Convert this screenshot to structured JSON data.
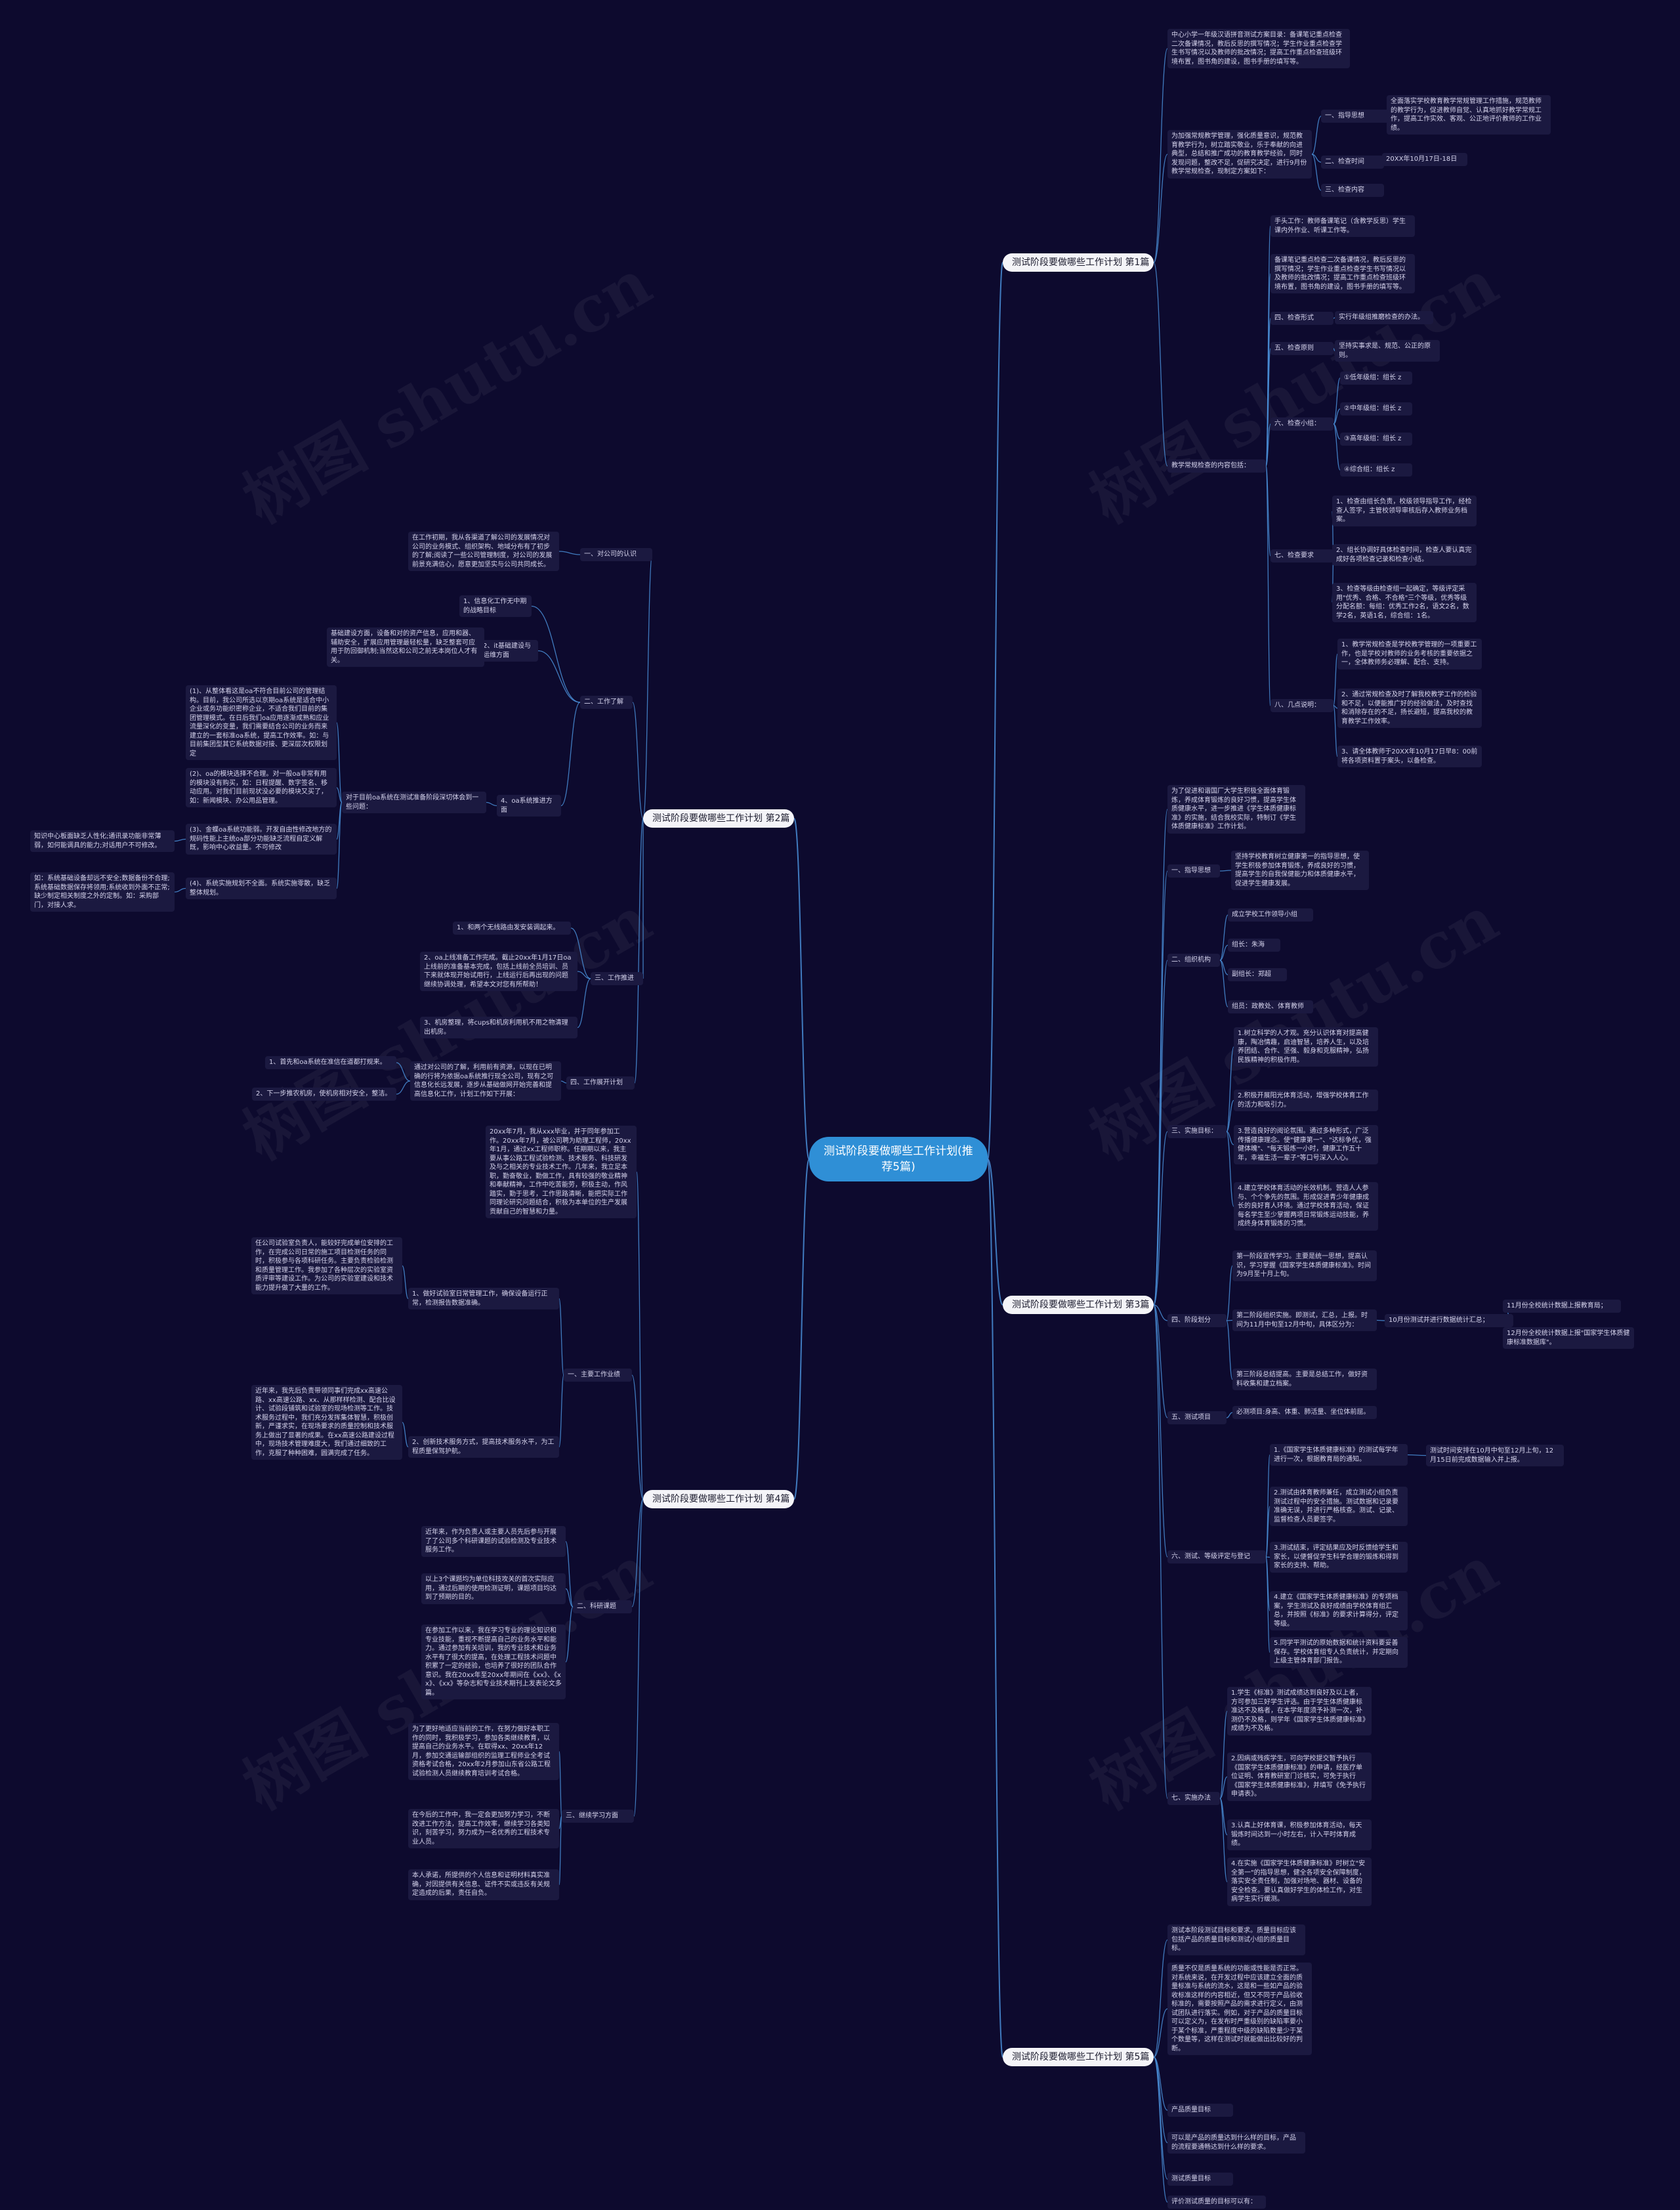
{
  "watermark": "树图 shutu.cn",
  "colors": {
    "background": "#0d0a2e",
    "root": "#2f8fd6",
    "line": "#4a8fd8",
    "node": "#1b1940"
  },
  "nodes": [
    {
      "id": "root",
      "parent": null,
      "level": 0,
      "text": "测试阶段要做哪些工作计划(推荐5篇)"
    },
    {
      "id": "p1",
      "parent": "root",
      "level": 1,
      "text": "测试阶段要做哪些工作计划 第1篇"
    },
    {
      "id": "p1a",
      "parent": "p1",
      "level": 2,
      "text": "中心小学一年级汉语拼音测试方案目录：备课笔记重点检查二次备课情况，教后反思的撰写情况；学生作业重点检查学生书写情况以及教师的批改情况；提高工作重点检查班级环境布置，图书角的建设，图书手册的填写等。"
    },
    {
      "id": "p1b",
      "parent": "p1",
      "level": 2,
      "text": "为加强常规教学管理，强化质量意识，规范教育教学行为，树立踏实敬业，乐于奉献的向进典型，总结和推广成功的教育教学经验，同时发现问题，整改不足，促研究决定，进行9月份教学常规检查，现制定方案如下："
    },
    {
      "id": "p1b1",
      "parent": "p1b",
      "level": 3,
      "text": "一、指导思想"
    },
    {
      "id": "p1b1a",
      "parent": "p1b1",
      "level": 4,
      "text": "全面落实学校教育教学常规管理工作措施，规范教师的教学行为，促进教师自觉、认真地抓好教学常规工作，提高工作实效、客观、公正地评价教师的工作业绩。"
    },
    {
      "id": "p1b2",
      "parent": "p1b",
      "level": 3,
      "text": "二、检查时间"
    },
    {
      "id": "p1b2a",
      "parent": "p1b2",
      "level": 4,
      "text": "20XX年10月17日-18日"
    },
    {
      "id": "p1b3",
      "parent": "p1b",
      "level": 3,
      "text": "三、检查内容"
    },
    {
      "id": "p1c",
      "parent": "p1",
      "level": 2,
      "text": "教学常规检查的内容包括："
    },
    {
      "id": "p1c1",
      "parent": "p1c",
      "level": 3,
      "text": "手头工作：教师备课笔记（含教学反思）学生课内外作业、听课工作等。"
    },
    {
      "id": "p1c2",
      "parent": "p1c",
      "level": 3,
      "text": "备课笔记重点检查二次备课情况，教后反思的撰写情况；学生作业重点检查学生书写情况以及教师的批改情况；提高工作重点检查班级环境布置，图书角的建设，图书手册的填写等。"
    },
    {
      "id": "p1c3",
      "parent": "p1c",
      "level": 3,
      "text": "四、检查形式"
    },
    {
      "id": "p1c3a",
      "parent": "p1c3",
      "level": 4,
      "text": "实行年级组推磨检查的办法。"
    },
    {
      "id": "p1c4",
      "parent": "p1c",
      "level": 3,
      "text": "五、检查原则"
    },
    {
      "id": "p1c4a",
      "parent": "p1c4",
      "level": 4,
      "text": "坚持实事求是、规范、公正的原则。"
    },
    {
      "id": "p1c5",
      "parent": "p1c",
      "level": 3,
      "text": "六、检查小组："
    },
    {
      "id": "p1c5a",
      "parent": "p1c5",
      "level": 4,
      "text": "①低年级组：组长 z"
    },
    {
      "id": "p1c5b",
      "parent": "p1c5",
      "level": 4,
      "text": "②中年级组：组长 z"
    },
    {
      "id": "p1c5c",
      "parent": "p1c5",
      "level": 4,
      "text": "③高年级组：组长 z"
    },
    {
      "id": "p1c5d",
      "parent": "p1c5",
      "level": 4,
      "text": "④综合组：组长 z"
    },
    {
      "id": "p1c6",
      "parent": "p1c",
      "level": 3,
      "text": "七、检查要求"
    },
    {
      "id": "p1c6a",
      "parent": "p1c6",
      "level": 4,
      "text": "1、检查由组长负责，校级领导指导工作，经检查人签字，主管校领导审核后存入教师业务档案。"
    },
    {
      "id": "p1c6b",
      "parent": "p1c6",
      "level": 4,
      "text": "2、组长协调好具体检查时间，检查人要认真完成好各项检查记录和检查小结。"
    },
    {
      "id": "p1c6c",
      "parent": "p1c6",
      "level": 4,
      "text": "3、检查等级由检查组一起确定，等级评定采用\"优秀、合格、不合格\"三个等级，优秀等级分配名额：每组：优秀工作2名，语文2名，数学2名，英语1名，综合组：1名。"
    },
    {
      "id": "p1c7",
      "parent": "p1c",
      "level": 3,
      "text": "八、几点说明："
    },
    {
      "id": "p1c7a",
      "parent": "p1c7",
      "level": 4,
      "text": "1、教学常规检查是学校教学管理的一项重要工作，也是学校对教师的业务考核的重要依据之一，全体教师务必理解、配合、支持。"
    },
    {
      "id": "p1c7b",
      "parent": "p1c7",
      "level": 4,
      "text": "2、通过常规检查及时了解我校教学工作的检验和不足，以便能推广好的经验做法，及时查找和消除存在的不足，扬长避短，提高我校的教育教学工作效率。"
    },
    {
      "id": "p1c7c",
      "parent": "p1c7",
      "level": 4,
      "text": "3、请全体教师于20XX年10月17日早8：00前将各项资料置于案头，以备检查。"
    },
    {
      "id": "p2",
      "parent": "root",
      "level": 1,
      "text": "测试阶段要做哪些工作计划 第2篇"
    },
    {
      "id": "p2a",
      "parent": "p2",
      "level": 2,
      "text": "一、对公司的认识"
    },
    {
      "id": "p2a1",
      "parent": "p2a",
      "level": 3,
      "text": "在工作初期，我从各渠道了解公司的发展情况对公司的业务模式、组织架构、地域分布有了初步的了解;阅读了一些公司管理制度，对公司的发展前景充满信心，愿意更加坚实与公司共同成长。"
    },
    {
      "id": "p2b",
      "parent": "p2",
      "level": 2,
      "text": "二、工作了解"
    },
    {
      "id": "p2b1",
      "parent": "p2b",
      "level": 3,
      "text": "1、信息化工作无中期的战略目标"
    },
    {
      "id": "p2b2",
      "parent": "p2b",
      "level": 3,
      "text": "2、it基础建设与运维方面"
    },
    {
      "id": "p2b2a",
      "parent": "p2b2",
      "level": 4,
      "text": "基础建设方面，设备和对的资产信息，应用和器、辅助安全，扩展应用管理最轻松量，缺乏整套可应用于防回御机制;当然这和公司之前无本岗位人才有关。"
    },
    {
      "id": "p2b3",
      "parent": "p2b",
      "level": 3,
      "text": "4、oa系统推进方面"
    },
    {
      "id": "p2b3a",
      "parent": "p2b3",
      "level": 4,
      "text": "对于目前oa系统在测试准备阶段深切体会到一些问题："
    },
    {
      "id": "p2b3a1",
      "parent": "p2b3a",
      "level": 5,
      "text": "(1)、从整体看这是oa不符合目前公司的管理结构。目前，我公司所选以京期oa系统是适合中小企业或务功能织密称企业，不适合我们目前的集团管理模式。在日后我们oa应用逐渐成熟和应业流量深化的变量，我们需要结合公司的业务而来建立的一套标准oa系统，提高工作效率。如：与目前集团型其它系统数据对接、更深层次权限划定"
    },
    {
      "id": "p2b3a2",
      "parent": "p2b3a",
      "level": 5,
      "text": "(2)、oa的模块选择不合理。对一般oa非常有用的模块没有购买，如：日程提醒、数字签名、移动应用。对我们目前现状没必要的模块又买了，如：新闻模块、办公用品管理。"
    },
    {
      "id": "p2b3a3",
      "parent": "p2b3a",
      "level": 5,
      "text": "(3)、金蝶oa系统功能弱。开发自由性修改地方的规码性能上主统oa部分功能缺乏流程自定义解既，影响中心收益量。不可修改"
    },
    {
      "id": "p2b3a3a",
      "parent": "p2b3a3",
      "level": 6,
      "text": "知识中心板面缺乏人性化;通讯录功能非常薄弱，如何能调具的能力;对话用户不可修改。"
    },
    {
      "id": "p2b3a4",
      "parent": "p2b3a",
      "level": 5,
      "text": "(4)、系统实施规划不全面。系统实施零散，缺乏整体规划。"
    },
    {
      "id": "p2b3a4a",
      "parent": "p2b3a4",
      "level": 6,
      "text": "如：系统基础设备却远不安全;数据备份不合理;系统基础数据保存将领用;系统收到外面不正常;缺少制定相关制度之外的定制。如：采购部门，对接人求。"
    },
    {
      "id": "p2c",
      "parent": "p2",
      "level": 2,
      "text": "三、工作推进"
    },
    {
      "id": "p2c1",
      "parent": "p2c",
      "level": 3,
      "text": "1、和两个无线路由发安装调起来。"
    },
    {
      "id": "p2c2",
      "parent": "p2c",
      "level": 3,
      "text": "2、oa上线准备工作完成。截止20xx年1月17日oa上线前的准备基本完成，包括上线前全员培训、员下来就体现开始试用行，上线运行后再出现的问题继续协调处理，希望本文对您有所帮助！"
    },
    {
      "id": "p2c3",
      "parent": "p2c",
      "level": 3,
      "text": "3、机房整理，将cups和机房利用机不用之物清理出机房。"
    },
    {
      "id": "p2d",
      "parent": "p2",
      "level": 2,
      "text": "四、工作展开计划"
    },
    {
      "id": "p2d1",
      "parent": "p2d",
      "level": 3,
      "text": "通过对公司的了解，利用前有资源，以现在已明确的行将为依据oa系统推行现全公司，现有之可信息化长远发展，逐步从基础做网开始完善和提高信息化工作，计划工作如下开展："
    },
    {
      "id": "p2d1a",
      "parent": "p2d1",
      "level": 4,
      "text": "1、首先和oa系统在准信在道都打规来。"
    },
    {
      "id": "p2d1b",
      "parent": "p2d1",
      "level": 4,
      "text": "2、下一步推农机房，使机房相对安全，整洁。"
    },
    {
      "id": "p3",
      "parent": "root",
      "level": 1,
      "text": "测试阶段要做哪些工作计划 第3篇"
    },
    {
      "id": "p3a",
      "parent": "p3",
      "level": 2,
      "text": "为了促进和谐国厂大学生积极全面体育锻炼，养成体育锻炼的良好习惯，提高学生体质健康水平，进一步推进《学生体质健康标准》的实施，结合我校实际，特制订《学生体质健康标准》工作计划。"
    },
    {
      "id": "p3b",
      "parent": "p3",
      "level": 2,
      "text": "一、指导思想"
    },
    {
      "id": "p3b1",
      "parent": "p3b",
      "level": 3,
      "text": "坚持学校教育树立健康第一的指导思想，使学生积极参加体育锻炼，养成良好的习惯，提高学生的自我保健能力和体质健康水平，促进学生健康发展。"
    },
    {
      "id": "p3c",
      "parent": "p3",
      "level": 2,
      "text": "二、组织机构"
    },
    {
      "id": "p3c1",
      "parent": "p3c",
      "level": 3,
      "text": "成立学校工作领导小组"
    },
    {
      "id": "p3c2",
      "parent": "p3c",
      "level": 3,
      "text": "组长：朱海"
    },
    {
      "id": "p3c3",
      "parent": "p3c",
      "level": 3,
      "text": "副组长：郑超"
    },
    {
      "id": "p3c4",
      "parent": "p3c",
      "level": 3,
      "text": "组员：政教处、体育教师"
    },
    {
      "id": "p3d",
      "parent": "p3",
      "level": 2,
      "text": "三、实施目标："
    },
    {
      "id": "p3d1",
      "parent": "p3d",
      "level": 3,
      "text": "1.树立科学的人才观。充分认识体育对提高健康，陶冶情趣，启迪智慧，培养人生，以及培养团结、合作、坚强、毅身和克服精神，弘扬民族精神的积极作用。"
    },
    {
      "id": "p3d2",
      "parent": "p3d",
      "level": 3,
      "text": "2.积极开展阳光体育活动，增强学校体育工作的活力和吸引力。"
    },
    {
      "id": "p3d3",
      "parent": "p3d",
      "level": 3,
      "text": "3.营造良好的阅论氛围。通过多种形式，广泛传播健康理念。使\"健康第一\"、\"达标争优，强健体魄\"、\"每天锻炼一小时，健康工作五十年，幸福生活一辈子\"等口号深入人心。"
    },
    {
      "id": "p3d4",
      "parent": "p3d",
      "level": 3,
      "text": "4.建立学校体育活动的长效机制。营造人人参与、个个争先的氛围。形成促进青少年健康成长的良好育人环境。通过学校体育活动，保证每名学生至少掌握两项日常锻炼运动技能，养成终身体育锻炼的习惯。"
    },
    {
      "id": "p3e",
      "parent": "p3",
      "level": 2,
      "text": "四、阶段划分"
    },
    {
      "id": "p3e1",
      "parent": "p3e",
      "level": 3,
      "text": "第一阶段宣传学习。主要是统一思想，提高认识，学习掌握《国家学生体质健康标准》。时间为9月至十月上旬。"
    },
    {
      "id": "p3e2",
      "parent": "p3e",
      "level": 3,
      "text": "第二阶段组织实施。即测试，汇总，上报。时间为11月中旬至12月中旬，具体区分为："
    },
    {
      "id": "p3e2a",
      "parent": "p3e2",
      "level": 4,
      "text": "10月份测试并进行数据统计汇总；"
    },
    {
      "id": "p3e2a1",
      "parent": "p3e2a",
      "level": 5,
      "text": "11月份全校统计数据上报教育局；"
    },
    {
      "id": "p3e2a2",
      "parent": "p3e2a",
      "level": 5,
      "text": "12月份全校统计数据上报\"国家学生体质健康标准数据库\"。"
    },
    {
      "id": "p3e3",
      "parent": "p3e",
      "level": 3,
      "text": "第三阶段总结提高。主要是总结工作，做好资料收集和建立档案。"
    },
    {
      "id": "p3f",
      "parent": "p3",
      "level": 2,
      "text": "五、测试项目"
    },
    {
      "id": "p3f1",
      "parent": "p3f",
      "level": 3,
      "text": "必测项目:身高、体重、肺活量、坐位体前屈。"
    },
    {
      "id": "p3g",
      "parent": "p3",
      "level": 2,
      "text": "六、测试、等级评定与登记"
    },
    {
      "id": "p3g1",
      "parent": "p3g",
      "level": 3,
      "text": "1.《国家学生体质健康标准》的测试每学年进行一次，根据教育局的通知。"
    },
    {
      "id": "p3g1a",
      "parent": "p3g1",
      "level": 4,
      "text": "测试时间安排在10月中旬至12月上旬，12月15日前完成数据输入并上报。"
    },
    {
      "id": "p3g2",
      "parent": "p3g",
      "level": 3,
      "text": "2.测试由体育教师兼任，成立测试小组负责测试过程中的安全措施。测试数据和记录要准确无误，并进行严格核查。测试、记录、监督检查人员要签字。"
    },
    {
      "id": "p3g3",
      "parent": "p3g",
      "level": 3,
      "text": "3.测试结束，评定结果应及时反馈给学生和家长，以便督促学生科学合理的锻炼和得到家长的支持、帮助。"
    },
    {
      "id": "p3g4",
      "parent": "p3g",
      "level": 3,
      "text": "4.建立《国家学生体质健康标准》的专项档案，学生测试及良好成绩由学校体育组汇总，并按照《标准》的要求计算得分，评定等级。"
    },
    {
      "id": "p3g5",
      "parent": "p3g",
      "level": 3,
      "text": "5.同学平测试的原始数据和统计资料要妥善保存。学校体育组专人负责统计，并定期向上级主管体育部门报告。"
    },
    {
      "id": "p3h",
      "parent": "p3",
      "level": 2,
      "text": "七、实施办法"
    },
    {
      "id": "p3h1",
      "parent": "p3h",
      "level": 3,
      "text": "1.学生《标准》测试成绩达到良好及以上者，方可参加三好学生评选。由于学生体质健康标准达不及格者，在本学年度须予补测一次，补测仍不及格，则学年《国家学生体质健康标准》成绩为不及格。"
    },
    {
      "id": "p3h2",
      "parent": "p3h",
      "level": 3,
      "text": "2.因病或残疾学生，可向学校提交暂予执行《国家学生体质健康标准》的申请，经医疗单位证明、体育教研室门诊核实，可免于执行《国家学生体质健康标准》，并填写《免予执行申请表》。"
    },
    {
      "id": "p3h3",
      "parent": "p3h",
      "level": 3,
      "text": "3.认真上好体育课，积极参加体育活动，每天锻炼时间达到一小时左右，计入平时体育成绩。"
    },
    {
      "id": "p3h4",
      "parent": "p3h",
      "level": 3,
      "text": "4.在实施《国家学生体质健康标准》时树立\"安全第一\"的指导思想，健全各项安全保障制度，落实安全责任制，加强对场地、器材、设备的安全检查。要认真做好学生的体检工作，对生病学生实行缓测。"
    },
    {
      "id": "p4",
      "parent": "root",
      "level": 1,
      "text": "测试阶段要做哪些工作计划 第4篇"
    },
    {
      "id": "p4a",
      "parent": "p4",
      "level": 2,
      "text": "20xx年7月，我从xxx毕业，并于同年参加工作。20xx年7月，被公司聘为助理工程师，20xx年1月，通过xx工程师职称。任期期以来，我主要从事公路工程试验检测、技术服务、科技研发及与之相关的专业技术工作。几年来，我立足本职，勤奋敬业，勤做工作，具有较强的敬业精神和奉献精神，工作中吃苦能劳，积极主动，作风踏实，勤于思考，工作思路清晰，能把实际工作同理论研究问题结合，积极为本单位的生产发展贡献自己的智慧和力量。"
    },
    {
      "id": "p4b",
      "parent": "p4",
      "level": 2,
      "text": "一、主要工作业绩"
    },
    {
      "id": "p4b1",
      "parent": "p4b",
      "level": 3,
      "text": "1、做好试验室日常管理工作，确保设备运行正常，检测报告数据准确。"
    },
    {
      "id": "p4b1a",
      "parent": "p4b1",
      "level": 4,
      "text": "任公司试验室负责人，能较好完成单位安排的工作，在完成公司日常的施工项目检测任务的同时，积极参与各项科研任务。主要负责检验检测和质量管理工作。我参加了各种层次的实验室资质评审等建设工作。为公司的实验室建设和技术能力提升做了大量的工作。"
    },
    {
      "id": "p4b2",
      "parent": "p4b",
      "level": 3,
      "text": "2、创新技术服务方式，提高技术服务水平，为工程质量保驾护航。"
    },
    {
      "id": "p4b2a",
      "parent": "p4b2",
      "level": 4,
      "text": "近年来，我先后负责带领同事们完成xx高速公路、xx高速公路、xx、从那样样检测、配合比设计、试验段铺筑和试验室的现场检测等工作。技术服务过程中，我们充分发挥集体智慧，积极创新，严谨求实，在现场要求的质量控制和技术服务上做出了显著的成果。在xx高速公路建设过程中，现场技术管理难度大，我们通过细致的工作，克服了种种困难，圆满完成了任务。"
    },
    {
      "id": "p4c",
      "parent": "p4",
      "level": 2,
      "text": "二、科研课题"
    },
    {
      "id": "p4c1",
      "parent": "p4c",
      "level": 3,
      "text": "近年来，作为负责人或主要人员先后参与开展了了公司多个科研课题的试验检测及专业技术服务工作。"
    },
    {
      "id": "p4c2",
      "parent": "p4c",
      "level": 3,
      "text": "以上3个课题均为单位科技攻关的首次实际应用，通过后期的使用检测证明，课题项目均达到了预期的目的。"
    },
    {
      "id": "p4c3",
      "parent": "p4c",
      "level": 3,
      "text": "在参加工作以来，我在学习专业的理论知识和专业技能，重视不断提高自己的业务水平和能力。通过参加有关培训，我的专业技术和业务水平有了很大的提高，在处理工程技术问题中积累了一定的经验，也培养了很好的团队合作意识。我在20xx年至20xx年期间在《xx》、《xx》、《xx》等杂志和专业技术期刊上发表论文多篇。"
    },
    {
      "id": "p4d",
      "parent": "p4",
      "level": 2,
      "text": "三、继续学习方面"
    },
    {
      "id": "p4d1",
      "parent": "p4d",
      "level": 3,
      "text": "为了更好地适应当前的工作，在努力做好本职工作的同时，我积极学习，参加各类继续教育，以提高自己的业务水平。在取得xx、20xx年12月，参加交通运输部组织的监理工程师业全考试资格考试合格，20xx年2月参加山东省公路工程试验检测人员继续教育培训考试合格。"
    },
    {
      "id": "p4d2",
      "parent": "p4d",
      "level": 3,
      "text": "在今后的工作中，我一定会更加努力学习，不断改进工作方法，提高工作效率，继续学习各类知识，刻苦学习，努力成为一名优秀的工程技术专业人员。"
    },
    {
      "id": "p4d3",
      "parent": "p4d",
      "level": 3,
      "text": "本人承诺，所提供的个人信息和证明材料真实准确，对因提供有关信息、证件不实或违反有关规定造成的后果，责任自负。"
    },
    {
      "id": "p5",
      "parent": "root",
      "level": 1,
      "text": "测试阶段要做哪些工作计划 第5篇"
    },
    {
      "id": "p5a",
      "parent": "p5",
      "level": 2,
      "text": "测试本阶段测试目标和要求。质量目标应该包括产品的质量目标和测试小组的质量目标。"
    },
    {
      "id": "p5b",
      "parent": "p5",
      "level": 2,
      "text": "质量不仅是质量系统的功能或性能是否正常。对系统来说，在开发过程中应该建立全面的质量标准与系统的流水，这是和一些如产品的验收标准这样的内容相近，但又不同于产品验收标准的，需要按照产品的需求进行定义，由测试团队进行落实。例如，对于产品的质量目标可以定义为，在发布时严重级别的缺陷率要小于某个标准，严重程度中级的缺陷数量少于某个数量等，这样在测试时就能做出比较好的判断。"
    },
    {
      "id": "p5c",
      "parent": "p5",
      "level": 2,
      "text": "产品质量目标"
    },
    {
      "id": "p5d",
      "parent": "p5",
      "level": 2,
      "text": "可以是产品的质量达到什么样的目标，产品的流程要通畅达到什么样的要求。"
    },
    {
      "id": "p5e",
      "parent": "p5",
      "level": 2,
      "text": "测试质量目标"
    },
    {
      "id": "p5f",
      "parent": "p5",
      "level": 2,
      "text": "评价测试质量的目标可以有："
    }
  ]
}
